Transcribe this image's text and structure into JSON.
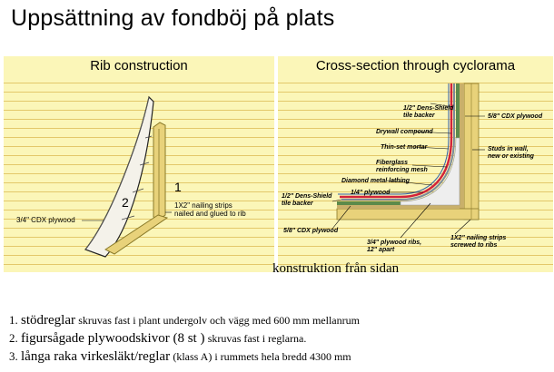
{
  "title": "Uppsättning av fondböj på plats",
  "rib_panel": {
    "title": "Rib construction",
    "label_1": "1",
    "label_2": "2",
    "nailing_strips_1": "1X2\" nailing strips",
    "nailing_strips_2": "nailed and glued to rib",
    "cdx_plywood": "3/4\" CDX plywood"
  },
  "cross_panel": {
    "title": "Cross-section through cyclorama",
    "dens_shield_top_1": "1/2\" Dens-Shield",
    "dens_shield_top_2": "tile backer",
    "cdx_58_top": "5/8\" CDX plywood",
    "drywall": "Drywall compound",
    "thinset": "Thin-set mortar",
    "fiberglass_1": "Fiberglass",
    "fiberglass_2": "reinforcing mesh",
    "studs_1": "Studs in wall,",
    "studs_2": "new or existing",
    "lathing": "Diamond metal lathing",
    "plywood_14": "1/4\" plywood",
    "dens_shield_bottom_1": "1/2\" Dens-Shield",
    "dens_shield_bottom_2": "tile backer",
    "cdx_58_bottom": "5/8\" CDX plywood",
    "ribs_1": "3/4\" plywood ribs,",
    "ribs_2": "12\" apart",
    "strips_1": "1X2\" nailing strips",
    "strips_2": "screwed to ribs"
  },
  "caption": "konstruktion från sidan",
  "legend": [
    {
      "num": "1.",
      "term": "stödreglar",
      "desc": "skruvas fast i plant undergolv och vägg med 600 mm mellanrum"
    },
    {
      "num": "2.",
      "term": "figursågade plywoodskivor (8 st )",
      "desc": "skruvas fast i reglarna."
    },
    {
      "num": "3.",
      "term": "långa raka virkesläkt/reglar",
      "desc": "(klass A)  i rummets hela bredd 4300 mm"
    }
  ],
  "colors": {
    "paper": "#fbf6b8",
    "paper_lines": "#e3c86a",
    "wood": "#e8d27a",
    "wood_edge": "#8a7a2a",
    "red_compound": "#d2233a",
    "steel": "#7c8a9a",
    "green_backer": "#5c8a4a"
  }
}
